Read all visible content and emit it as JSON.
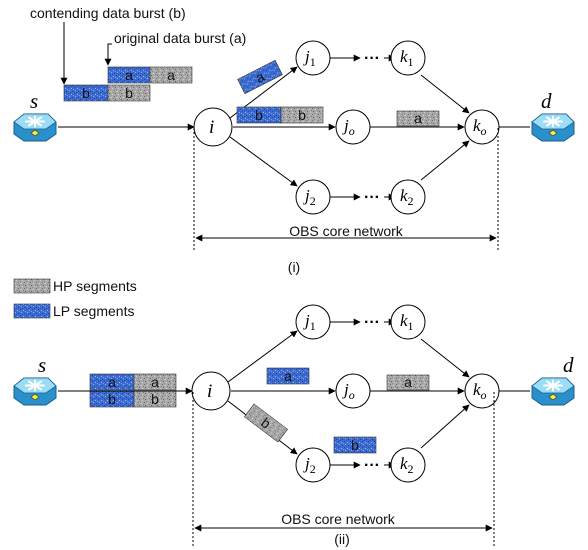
{
  "labels": {
    "contending": "contending data burst (b)",
    "original": "original data burst (a)",
    "core_network": "OBS core network",
    "part_i": "(i)",
    "part_ii": "(ii)"
  },
  "legend": {
    "hp": "HP segments",
    "lp": "LP segments"
  },
  "nodes": {
    "s": "s",
    "d": "d",
    "i": "i",
    "j": "j",
    "k": "k",
    "sub_1": "1",
    "sub_2": "2",
    "sub_o": "o",
    "ellipsis": "···"
  },
  "segments": {
    "a": "a",
    "b": "b"
  },
  "colors": {
    "hp_fill": "#a8a8a8",
    "lp_fill": "#3f6fcf",
    "router_body": "#35a6e0",
    "router_top": "#8fd6f5",
    "stroke": "#000000"
  }
}
